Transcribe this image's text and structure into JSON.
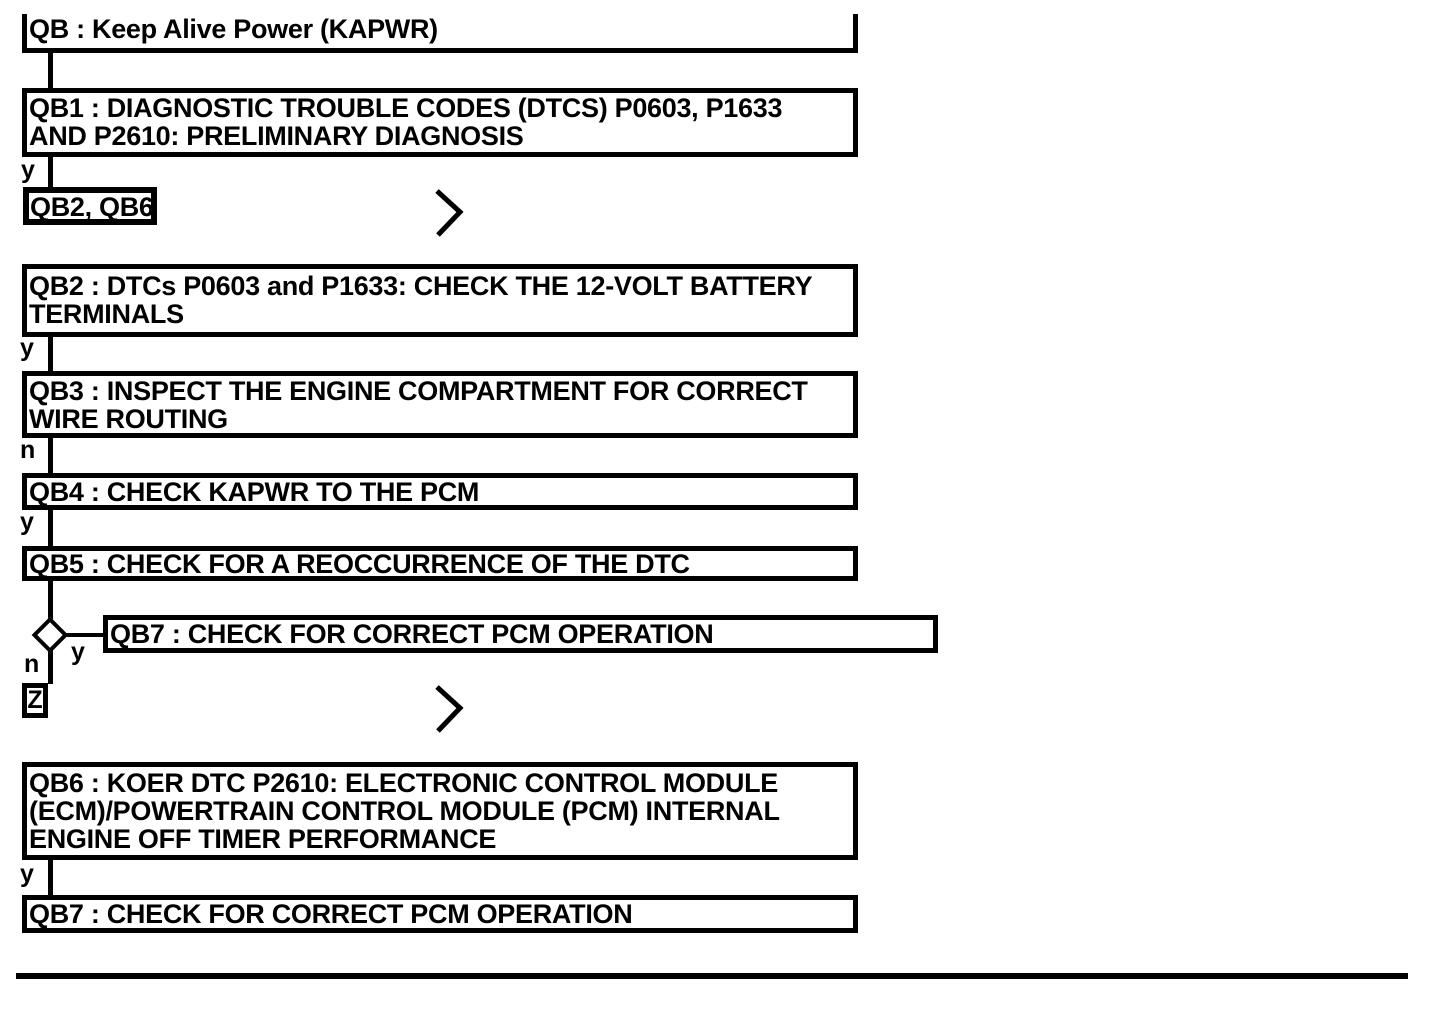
{
  "page": {
    "background": "#ffffff",
    "ink": "#000000"
  },
  "flowchart": {
    "nodes": {
      "qb": {
        "lines": [
          "QB : Keep Alive Power (KAPWR)"
        ]
      },
      "qb1": {
        "lines": [
          "QB1 : DIAGNOSTIC TROUBLE CODES (DTCS) P0603, P1633",
          "AND P2610: PRELIMINARY DIAGNOSIS"
        ]
      },
      "qb2qb6": {
        "lines": [
          "QB2, QB6"
        ]
      },
      "qb2": {
        "lines": [
          "QB2 : DTCs P0603 and P1633: CHECK THE 12-VOLT BATTERY",
          "TERMINALS"
        ]
      },
      "qb3": {
        "lines": [
          "QB3 : INSPECT THE ENGINE COMPARTMENT FOR CORRECT",
          "WIRE ROUTING"
        ]
      },
      "qb4": {
        "lines": [
          "QB4 : CHECK KAPWR TO THE PCM"
        ]
      },
      "qb5": {
        "lines": [
          "QB5 : CHECK FOR A REOCCURRENCE OF THE DTC"
        ]
      },
      "qb7_branch": {
        "lines": [
          "QB7 : CHECK FOR CORRECT PCM OPERATION"
        ]
      },
      "z": {
        "lines": [
          "Z"
        ]
      },
      "qb6": {
        "lines": [
          "QB6 : KOER DTC P2610: ELECTRONIC CONTROL MODULE",
          "(ECM)/POWERTRAIN CONTROL MODULE (PCM) INTERNAL",
          "ENGINE OFF TIMER PERFORMANCE"
        ]
      },
      "qb7_end": {
        "lines": [
          "QB7 : CHECK FOR CORRECT PCM OPERATION"
        ]
      }
    },
    "branch_labels": {
      "qb1_yes": "y",
      "qb2_yes": "y",
      "qb3_no": "n",
      "qb4_yes": "y",
      "decision_no": "n",
      "decision_yes": "y",
      "qb6_yes": "y"
    }
  }
}
